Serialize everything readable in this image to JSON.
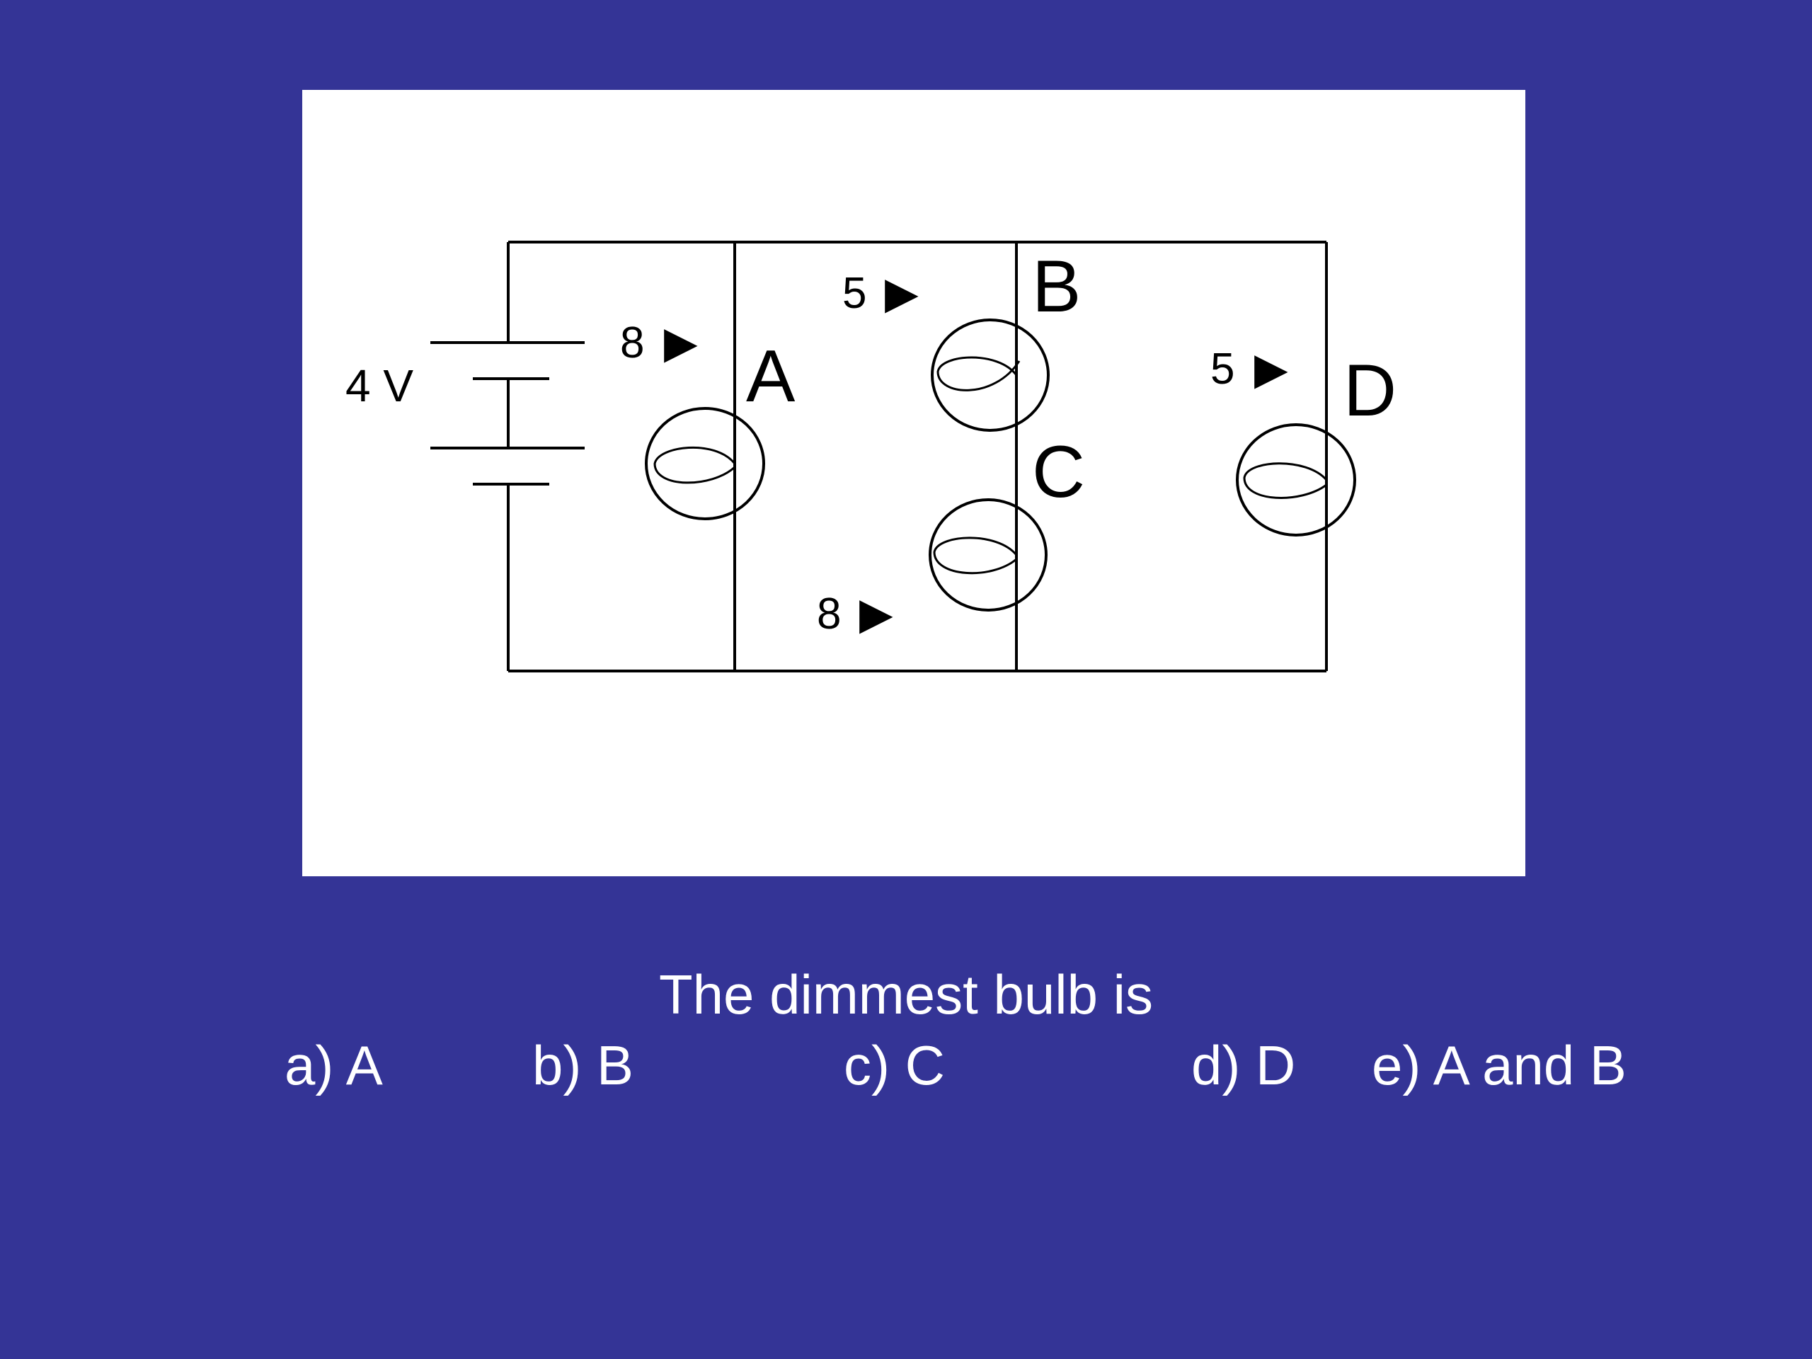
{
  "diagram": {
    "battery_label": "4 V",
    "resistances": {
      "A": "8",
      "B": "5",
      "C": "8",
      "D": "5"
    },
    "ohm_symbol": "▶",
    "bulb_labels": {
      "A": "A",
      "B": "B",
      "C": "C",
      "D": "D"
    }
  },
  "question": {
    "prompt": "The dimmest bulb is",
    "choices": [
      "a) A",
      "b) B",
      "c) C",
      "d) D",
      "e) A and B"
    ]
  },
  "colors": {
    "background": "#343496",
    "panel": "#ffffff",
    "text": "#ffffff"
  }
}
